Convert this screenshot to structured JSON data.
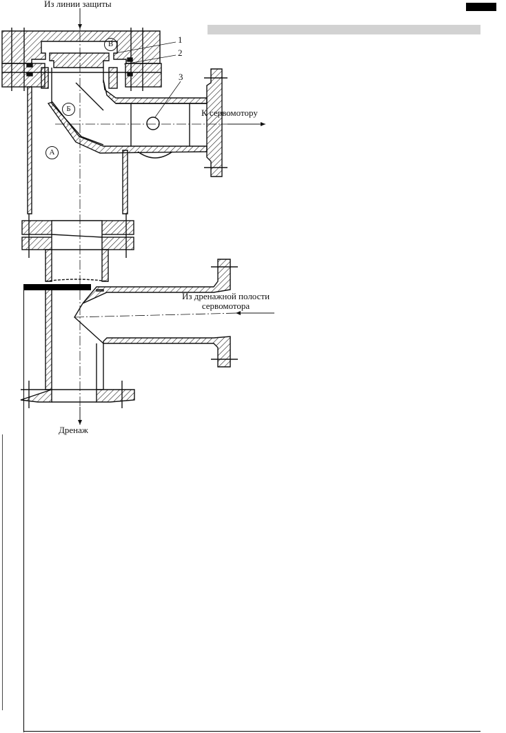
{
  "labels": {
    "from_protection_line": "Из линии защиты",
    "to_servomotor": "К сервомотору",
    "from_drain_line1": "Из дренажной полости",
    "from_drain_line2": "сервомотора",
    "drain": "Дренаж"
  },
  "callouts": {
    "part1": "1",
    "part2": "2",
    "part3": "3"
  },
  "zones": {
    "a": "А",
    "b": "Б",
    "v": "В"
  }
}
